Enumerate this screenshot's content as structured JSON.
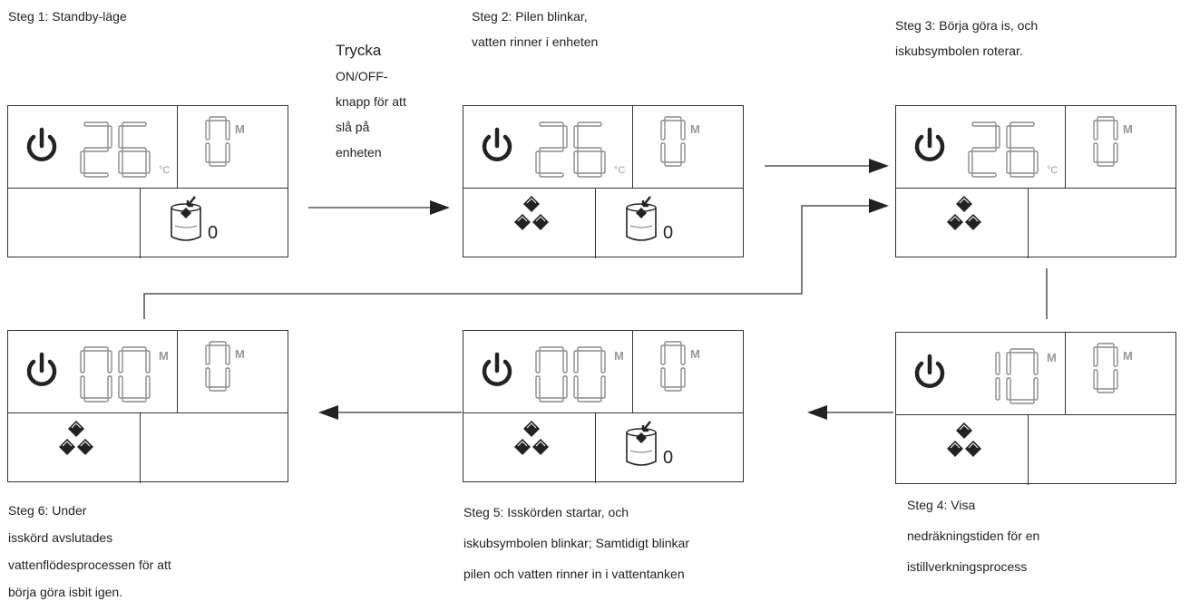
{
  "captions": {
    "step1": [
      "Steg  1:  Standby-läge"
    ],
    "step2": [
      "Steg  2:  Pilen  blinkar,",
      "vatten  rinner  i  enheten"
    ],
    "step3": [
      "Steg  3:  Börja  göra  is,  och",
      "iskubsymbolen  roterar."
    ],
    "step4": [
      "Steg  4:  Visa",
      "nedräkningstiden  för  en",
      "istillverkningsprocess"
    ],
    "step5": [
      "Steg  5:  Isskörden  startar,  och",
      "iskubsymbolen  blinkar;  Samtidigt  blinkar",
      "pilen  och  vatten  rinner  in  i  vattentanken"
    ],
    "step6": [
      "Steg  6:  Under",
      "isskörd  avslutades",
      "vattenflödesprocessen  för  att",
      "börja  göra  isbit  igen."
    ]
  },
  "press_instruction": [
    "Trycka",
    "ON/OFF-",
    "knapp  för  att",
    "slå  på",
    "enheten"
  ],
  "panels": {
    "step1": {
      "main_digits": "26",
      "main_unit": "°C",
      "side_digit": "0",
      "side_unit": "M",
      "ice_icon": false,
      "tank_icon": true,
      "tank_value": "0"
    },
    "step2": {
      "main_digits": "26",
      "main_unit": "°C",
      "side_digit": "0",
      "side_unit": "M",
      "ice_icon": true,
      "tank_icon": true,
      "tank_value": "0"
    },
    "step3": {
      "main_digits": "26",
      "main_unit": "°C",
      "side_digit": "0",
      "side_unit": "M",
      "ice_icon": true,
      "tank_icon": false,
      "tank_value": ""
    },
    "step4": {
      "main_digits": "10",
      "main_unit": "M",
      "side_digit": "0",
      "side_unit": "M",
      "ice_icon": true,
      "tank_icon": false,
      "tank_value": ""
    },
    "step5": {
      "main_digits": "00",
      "main_unit": "M",
      "side_digit": "0",
      "side_unit": "M",
      "ice_icon": true,
      "tank_icon": true,
      "tank_value": "0"
    },
    "step6": {
      "main_digits": "00",
      "main_unit": "M",
      "side_digit": "0",
      "side_unit": "M",
      "ice_icon": true,
      "tank_icon": false,
      "tank_value": ""
    }
  },
  "colors": {
    "line": "#333333",
    "segment": "#8a8a8a",
    "icon": "#222222",
    "text": "#222222"
  }
}
